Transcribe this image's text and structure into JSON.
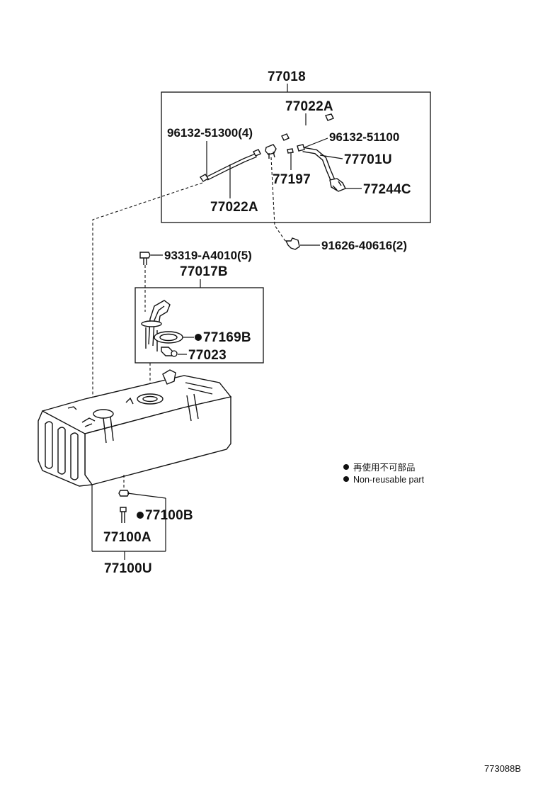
{
  "parts": {
    "p77018": "77018",
    "p77022A_top": "77022A",
    "p96132_51300": "96132-51300(4)",
    "p96132_51100": "96132-51100",
    "p77701U": "77701U",
    "p77197": "77197",
    "p77244C": "77244C",
    "p77022A_bottom": "77022A",
    "p91626_40616": "91626-40616(2)",
    "p93319_A4010": "93319-A4010(5)",
    "p77017B": "77017B",
    "p77169B": "77169B",
    "p77023": "77023",
    "p77100B": "77100B",
    "p77100A": "77100A",
    "p77100U": "77100U"
  },
  "legend": {
    "jp": "再使用不可部品",
    "en": "Non-reusable part"
  },
  "reference": "773088B",
  "colors": {
    "line": "#111111",
    "background": "#ffffff"
  }
}
